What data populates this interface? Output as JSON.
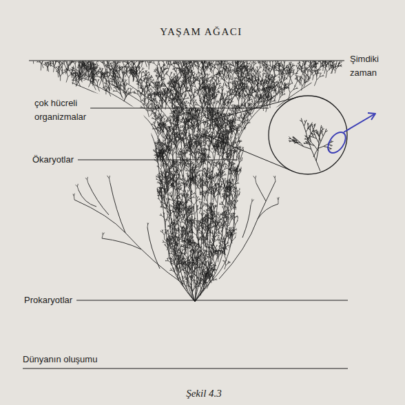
{
  "diagram": {
    "title": "YAŞAM AĞACI",
    "caption": "Şekil 4.3",
    "labels": [
      "Şimdiki zaman",
      "çok hücreli organizmalar",
      "Ökaryotlar",
      "Prokaryotlar",
      "Dünyanın oluşumu"
    ]
  }
}
